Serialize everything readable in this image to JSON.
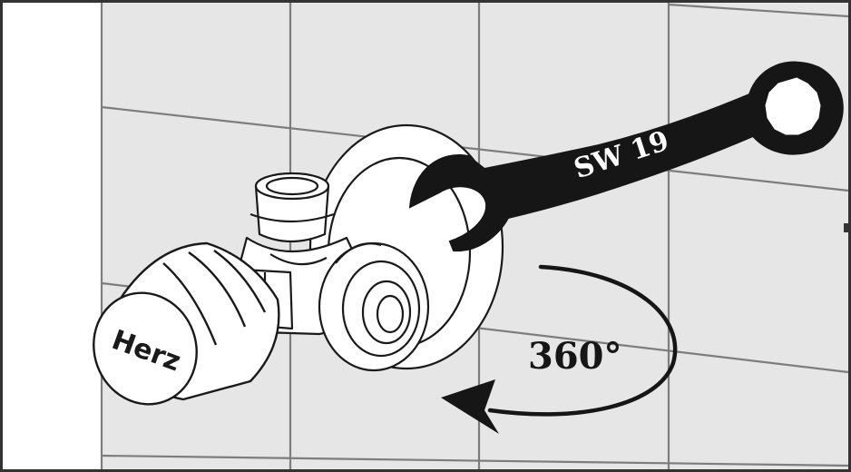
{
  "wrench": {
    "size_label": "SW 19"
  },
  "rotation": {
    "angle_label": "360°"
  },
  "valve": {
    "brand_label": "Herz"
  },
  "colors": {
    "tile": "#e6e6e7",
    "grout": "#808080",
    "outline": "#1a1a1a",
    "wrench": "#161616",
    "metal": "#ffffff"
  }
}
